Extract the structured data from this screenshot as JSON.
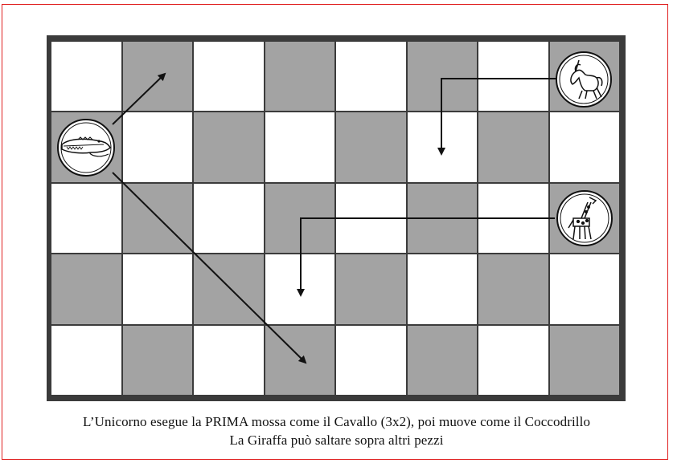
{
  "board": {
    "columns": 8,
    "rows": 5,
    "pattern": [
      [
        0,
        1,
        0,
        1,
        0,
        1,
        0,
        1
      ],
      [
        1,
        0,
        1,
        0,
        1,
        0,
        1,
        0
      ],
      [
        0,
        1,
        0,
        1,
        0,
        1,
        0,
        1
      ],
      [
        1,
        0,
        1,
        0,
        1,
        0,
        1,
        0
      ],
      [
        0,
        1,
        0,
        1,
        0,
        1,
        0,
        1
      ]
    ]
  },
  "pieces": [
    {
      "name": "crocodile-piece",
      "icon": "crocodile-icon"
    },
    {
      "name": "unicorn-piece",
      "icon": "unicorn-icon"
    },
    {
      "name": "giraffe-piece",
      "icon": "giraffe-icon"
    }
  ],
  "caption": {
    "line1": "L’Unicorno esegue la PRIMA mossa come il Cavallo (3x2), poi muove come il Coccodrillo",
    "line2": "La Giraffa può saltare sopra altri pezzi"
  },
  "colors": {
    "frame": "#e02020",
    "board_border": "#3b3b3b",
    "dark_square": "#a3a3a3",
    "light_square": "#ffffff",
    "arrow": "#111111"
  }
}
